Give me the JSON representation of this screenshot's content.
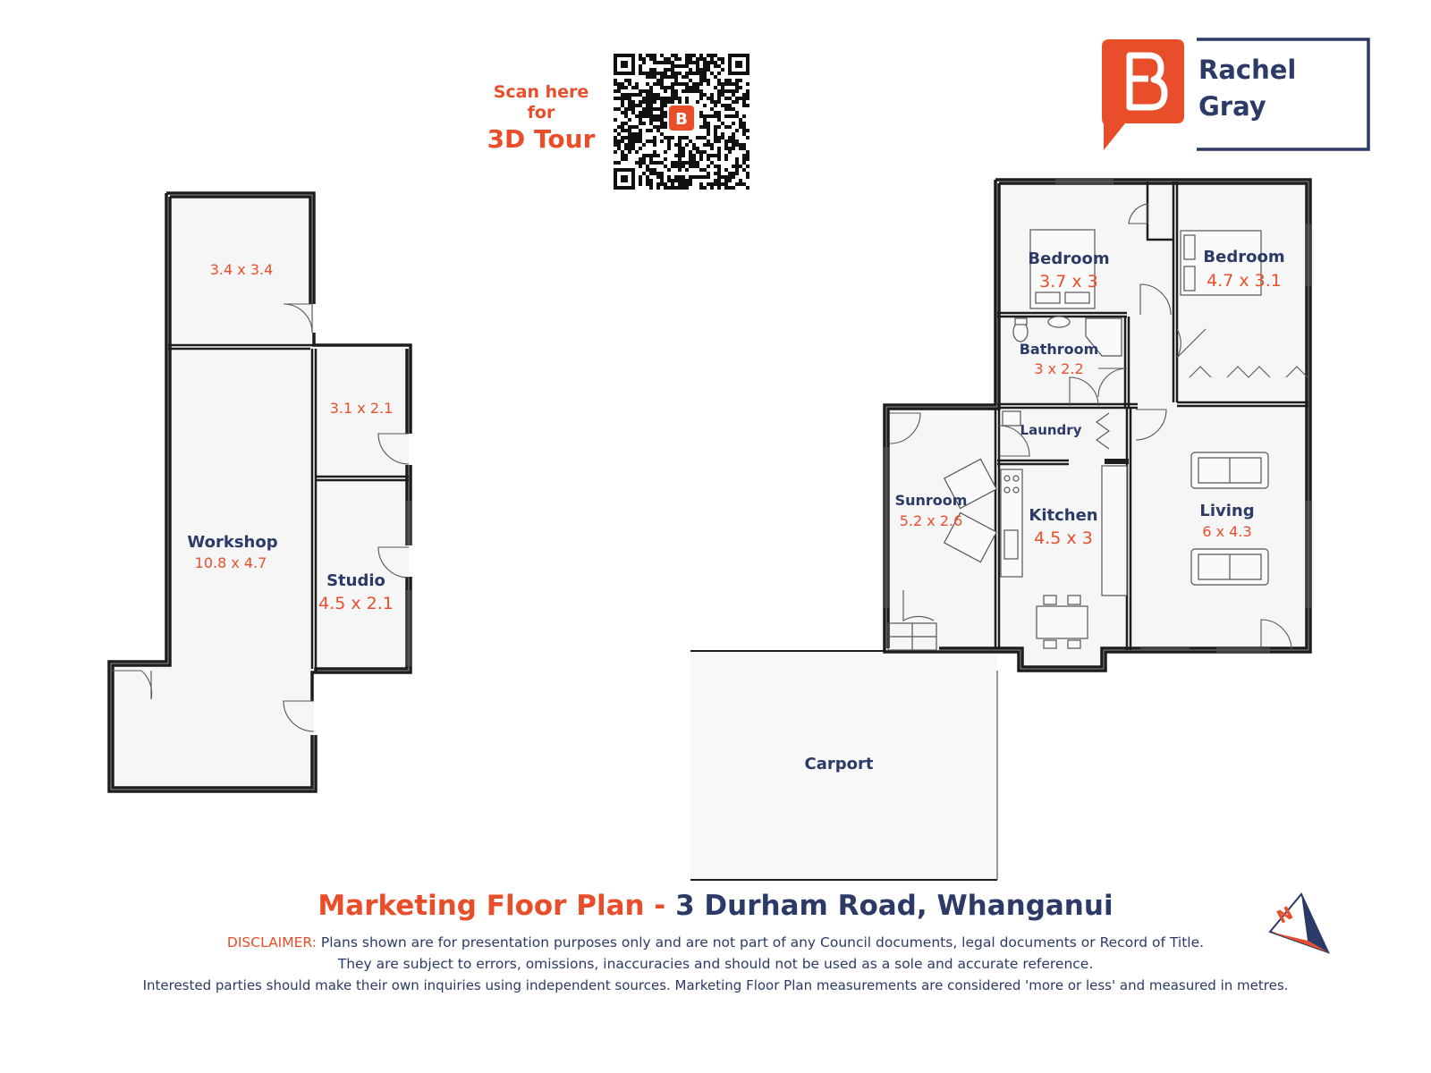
{
  "brand": {
    "name_line1": "Rachel",
    "name_line2": "Gray",
    "logo_letter": "B",
    "colors": {
      "orange": "#e94e2a",
      "navy": "#2b3a67"
    }
  },
  "scan": {
    "line1": "Scan here",
    "line2": "for",
    "line3": "3D Tour"
  },
  "rooms": {
    "shed_top": {
      "dims": "3.4 x 3.4"
    },
    "shed_small": {
      "dims": "3.1 x 2.1"
    },
    "workshop": {
      "name": "Workshop",
      "dims": "10.8 x 4.7"
    },
    "studio": {
      "name": "Studio",
      "dims": "4.5 x 2.1"
    },
    "bedroom1": {
      "name": "Bedroom",
      "dims": "3.7 x 3"
    },
    "bedroom2": {
      "name": "Bedroom",
      "dims": "4.7 x 3.1"
    },
    "bathroom": {
      "name": "Bathroom",
      "dims": "3 x 2.2"
    },
    "laundry": {
      "name": "Laundry"
    },
    "sunroom": {
      "name": "Sunroom",
      "dims": "5.2 x 2.6"
    },
    "kitchen": {
      "name": "Kitchen",
      "dims": "4.5 x 3"
    },
    "living": {
      "name": "Living",
      "dims": "6 x 4.3"
    },
    "carport": {
      "name": "Carport"
    }
  },
  "title": {
    "prefix": "Marketing Floor Plan -",
    "address": "3 Durham Road, Whanganui"
  },
  "disclaimer": {
    "label": "DISCLAIMER:",
    "line1": "Plans shown are for presentation purposes only and are not part of any Council documents, legal documents or Record of Title.",
    "line2": "They are subject to errors, omissions, inaccuracies and should not be used as a sole and accurate reference.",
    "line3": "Interested parties should make their own inquiries using independent sources. Marketing Floor Plan measurements are considered 'more or less' and measured in metres."
  },
  "compass": {
    "letter": "N",
    "icon": "north-arrow-icon"
  },
  "qr": {
    "icon": "qr-code-icon"
  }
}
